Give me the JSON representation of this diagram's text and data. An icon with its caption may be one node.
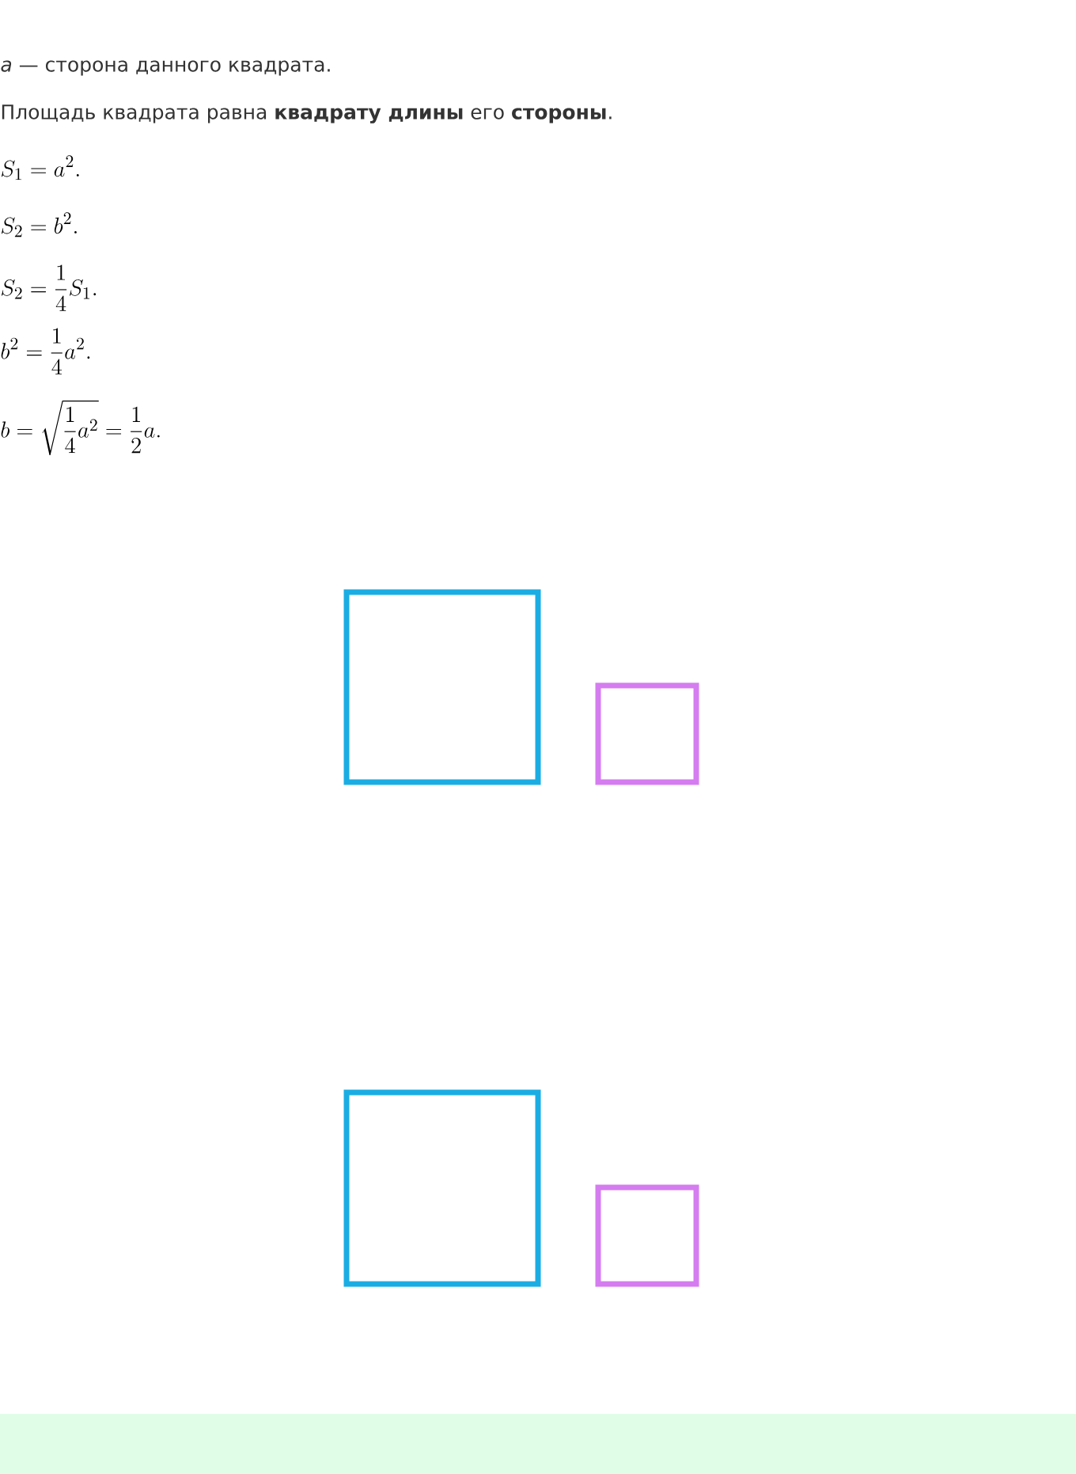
{
  "diagram": {
    "nodes": [
      {
        "text": [],
        "shape": "box"
      },
      {
        "text": [],
        "shape": "box"
      },
      {
        "text": [],
        "shape": "box"
      },
      {
        "text": [],
        "shape": "box"
      }
    ],
    "labels": [
      "*a* — сторона данного квадрата.",
      "Площадь квадрата равна **квадрату длины** его **стороны**.",
      "S_1 = a^2.",
      "S_2 = b^2.",
      "S_2 = \\frac{1}{4}S_1.",
      "b^2 = \\frac{1}{4}a^2.",
      "b = \\sqrt{\\frac{1}{4}a^2} = \\frac{1}{2}a."
    ]
  }
}
